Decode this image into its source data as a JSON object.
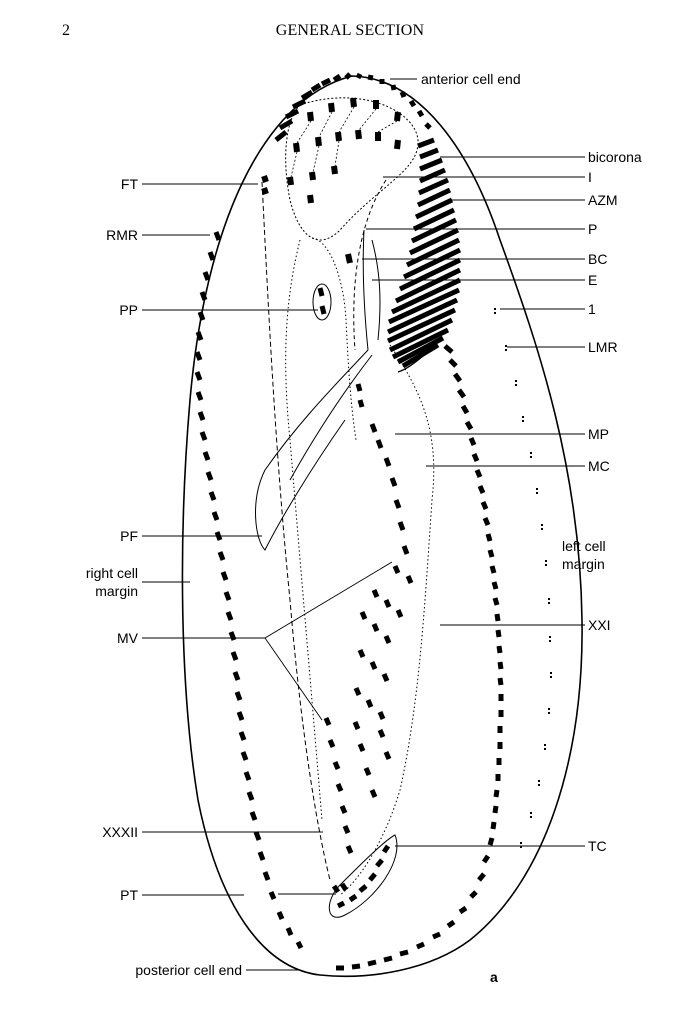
{
  "page": {
    "number": "2",
    "running_head": "GENERAL SECTION"
  },
  "figure": {
    "panel_label": "a",
    "labels": {
      "anterior": "anterior cell end",
      "bicorona": "bicorona",
      "I": "I",
      "AZM": "AZM",
      "P": "P",
      "BC": "BC",
      "E": "E",
      "one": "1",
      "LMR": "LMR",
      "MP": "MP",
      "MC": "MC",
      "left_margin_1": "left cell",
      "left_margin_2": "margin",
      "XXI": "XXI",
      "TC": "TC",
      "FT": "FT",
      "RMR": "RMR",
      "PP": "PP",
      "PF": "PF",
      "right_margin_1": "right cell",
      "right_margin_2": "margin",
      "MV": "MV",
      "XXXII": "XXXII",
      "PT": "PT",
      "posterior": "posterior cell end"
    }
  }
}
